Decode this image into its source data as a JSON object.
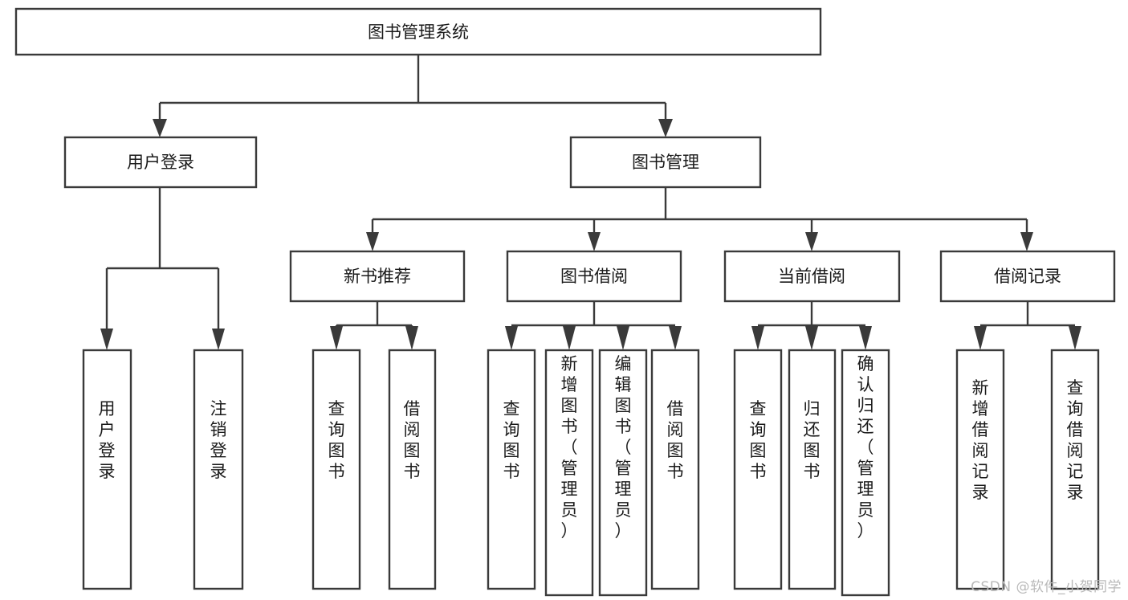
{
  "diagram": {
    "type": "tree",
    "title": "图书管理系统",
    "orientation": "top-down",
    "background_color": "#ffffff",
    "line_color": "#3a3a3a",
    "text_color": "#1a1a1a",
    "watermark": "CSDN @软件_小贺同学",
    "nodes": {
      "root": {
        "label": "图书管理系统"
      },
      "level2": [
        {
          "id": "user-login",
          "label": "用户登录"
        },
        {
          "id": "book-management",
          "label": "图书管理"
        }
      ],
      "level3": [
        {
          "id": "new-book-recommend",
          "label": "新书推荐",
          "parent": "book-management"
        },
        {
          "id": "book-borrow",
          "label": "图书借阅",
          "parent": "book-management"
        },
        {
          "id": "current-borrow",
          "label": "当前借阅",
          "parent": "book-management"
        },
        {
          "id": "borrow-record",
          "label": "借阅记录",
          "parent": "book-management"
        }
      ],
      "leaves": [
        {
          "id": "leaf-user-login",
          "label": "用户登录",
          "parent": "user-login"
        },
        {
          "id": "leaf-user-logout",
          "label": "注销登录",
          "parent": "user-login"
        },
        {
          "id": "leaf-query-book-1",
          "label": "查询图书",
          "parent": "new-book-recommend"
        },
        {
          "id": "leaf-borrow-book-1",
          "label": "借阅图书",
          "parent": "new-book-recommend"
        },
        {
          "id": "leaf-query-book-2",
          "label": "查询图书",
          "parent": "book-borrow"
        },
        {
          "id": "leaf-add-book",
          "label": "新增图书（管理员）",
          "parent": "book-borrow"
        },
        {
          "id": "leaf-edit-book",
          "label": "编辑图书（管理员）",
          "parent": "book-borrow"
        },
        {
          "id": "leaf-borrow-book-2",
          "label": "借阅图书",
          "parent": "book-borrow"
        },
        {
          "id": "leaf-query-book-3",
          "label": "查询图书",
          "parent": "current-borrow"
        },
        {
          "id": "leaf-return-book",
          "label": "归还图书",
          "parent": "current-borrow"
        },
        {
          "id": "leaf-confirm-return",
          "label": "确认归还（管理员）",
          "parent": "current-borrow"
        },
        {
          "id": "leaf-add-record",
          "label": "新增借阅记录",
          "parent": "borrow-record"
        },
        {
          "id": "leaf-query-record",
          "label": "查询借阅记录",
          "parent": "borrow-record"
        }
      ]
    }
  }
}
